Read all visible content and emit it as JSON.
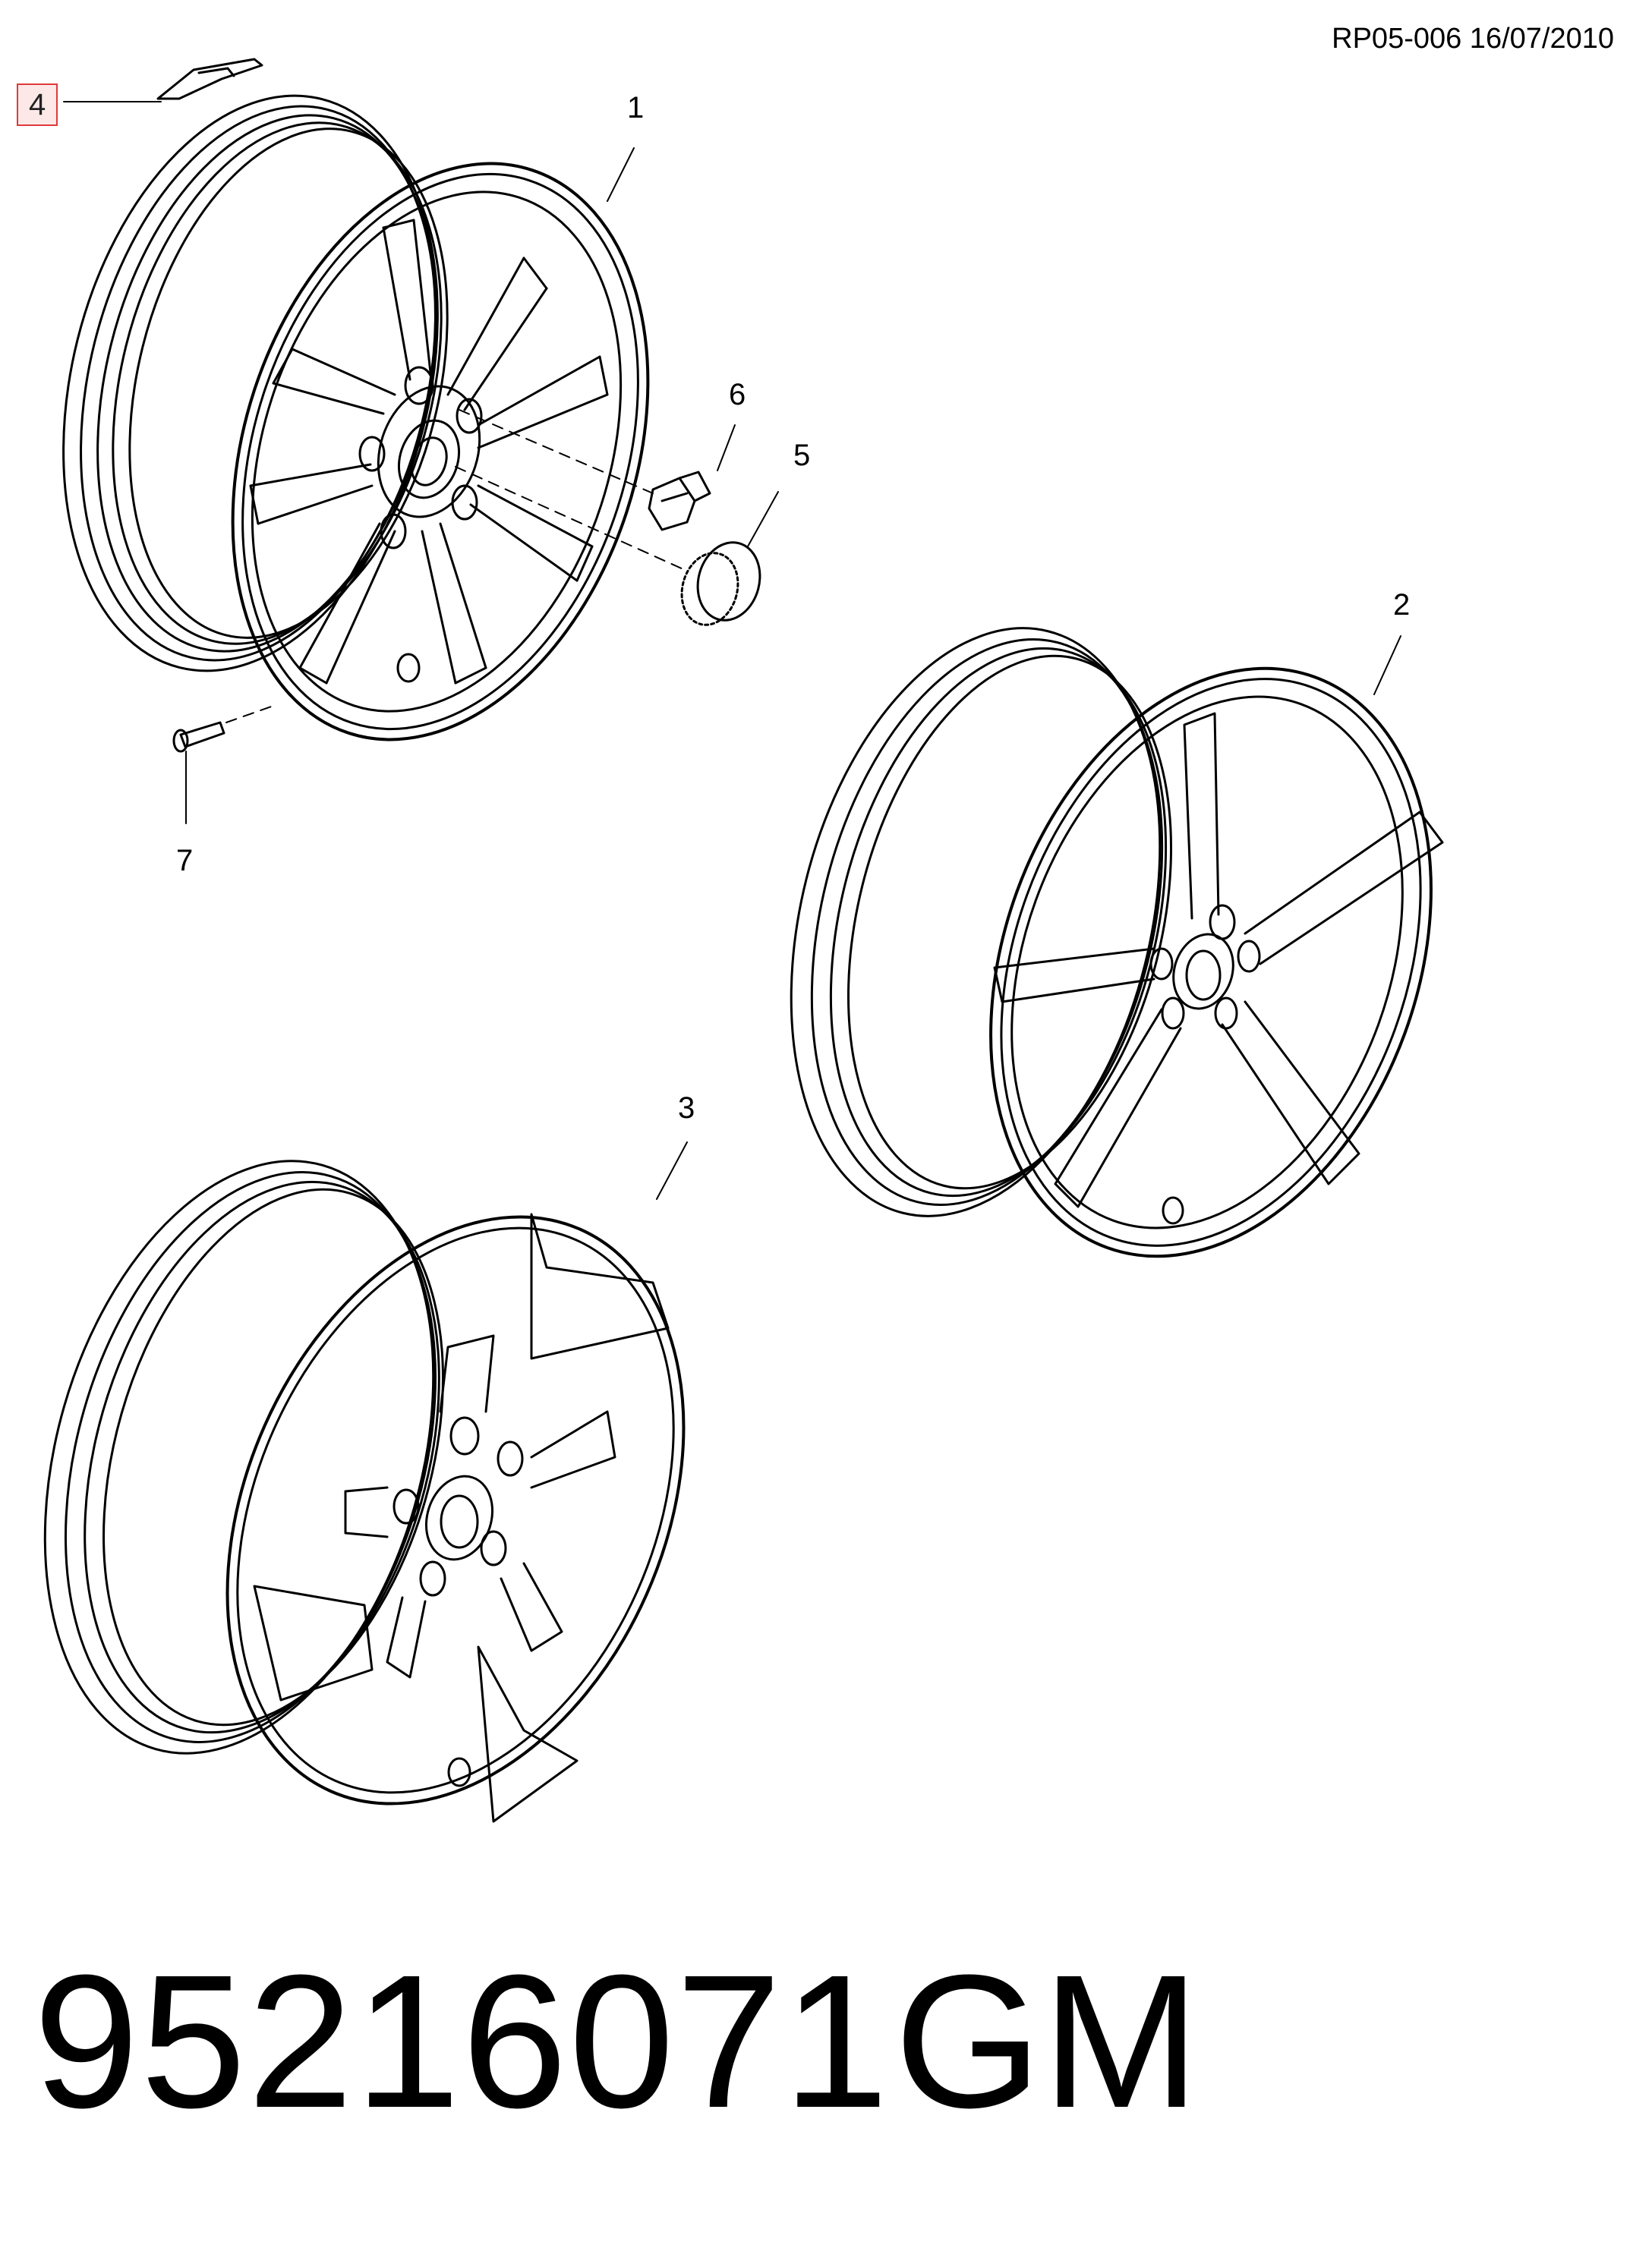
{
  "header": {
    "reference": "RP05-006 16/07/2010"
  },
  "callouts": [
    {
      "id": "1",
      "label": "1"
    },
    {
      "id": "2",
      "label": "2"
    },
    {
      "id": "3",
      "label": "3"
    },
    {
      "id": "4",
      "label": "4",
      "highlighted": true,
      "highlight_color": "#e0393a"
    },
    {
      "id": "5",
      "label": "5"
    },
    {
      "id": "6",
      "label": "6"
    },
    {
      "id": "7",
      "label": "7"
    }
  ],
  "footer": {
    "part_number": "95216071",
    "brand": "GM"
  },
  "colors": {
    "line": "#000000",
    "background": "#ffffff",
    "highlight_border": "#e0393a",
    "highlight_fill": "#fde8e8"
  }
}
